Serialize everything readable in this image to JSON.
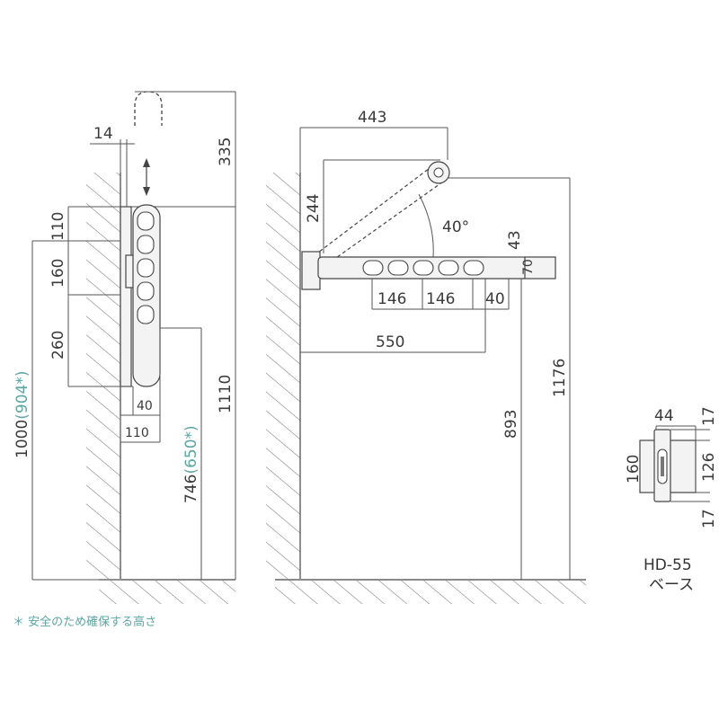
{
  "left_view": {
    "dim_14": "14",
    "dim_335": "335",
    "dim_110_top": "110",
    "dim_160": "160",
    "dim_260": "260",
    "dim_1000": "1000",
    "dim_1000_alt": "(904*)",
    "dim_40": "40",
    "dim_110_bottom": "110",
    "dim_746": "746",
    "dim_746_alt": "(650*)",
    "dim_1110": "1110"
  },
  "center_view": {
    "dim_443": "443",
    "dim_244": "244",
    "angle": "40°",
    "dim_43": "43",
    "dim_70": "70",
    "dim_146_a": "146",
    "dim_146_b": "146",
    "dim_40": "40",
    "dim_550": "550",
    "dim_893": "893",
    "dim_1176": "1176"
  },
  "base_view": {
    "dim_44": "44",
    "dim_17_top": "17",
    "dim_160": "160",
    "dim_126": "126",
    "dim_17_bottom": "17",
    "model": "HD-55",
    "model_sub": "ベース"
  },
  "footnote": "＊ 安全のため確保する高さ",
  "colors": {
    "line": "#444444",
    "accent": "#5aa6a3"
  }
}
